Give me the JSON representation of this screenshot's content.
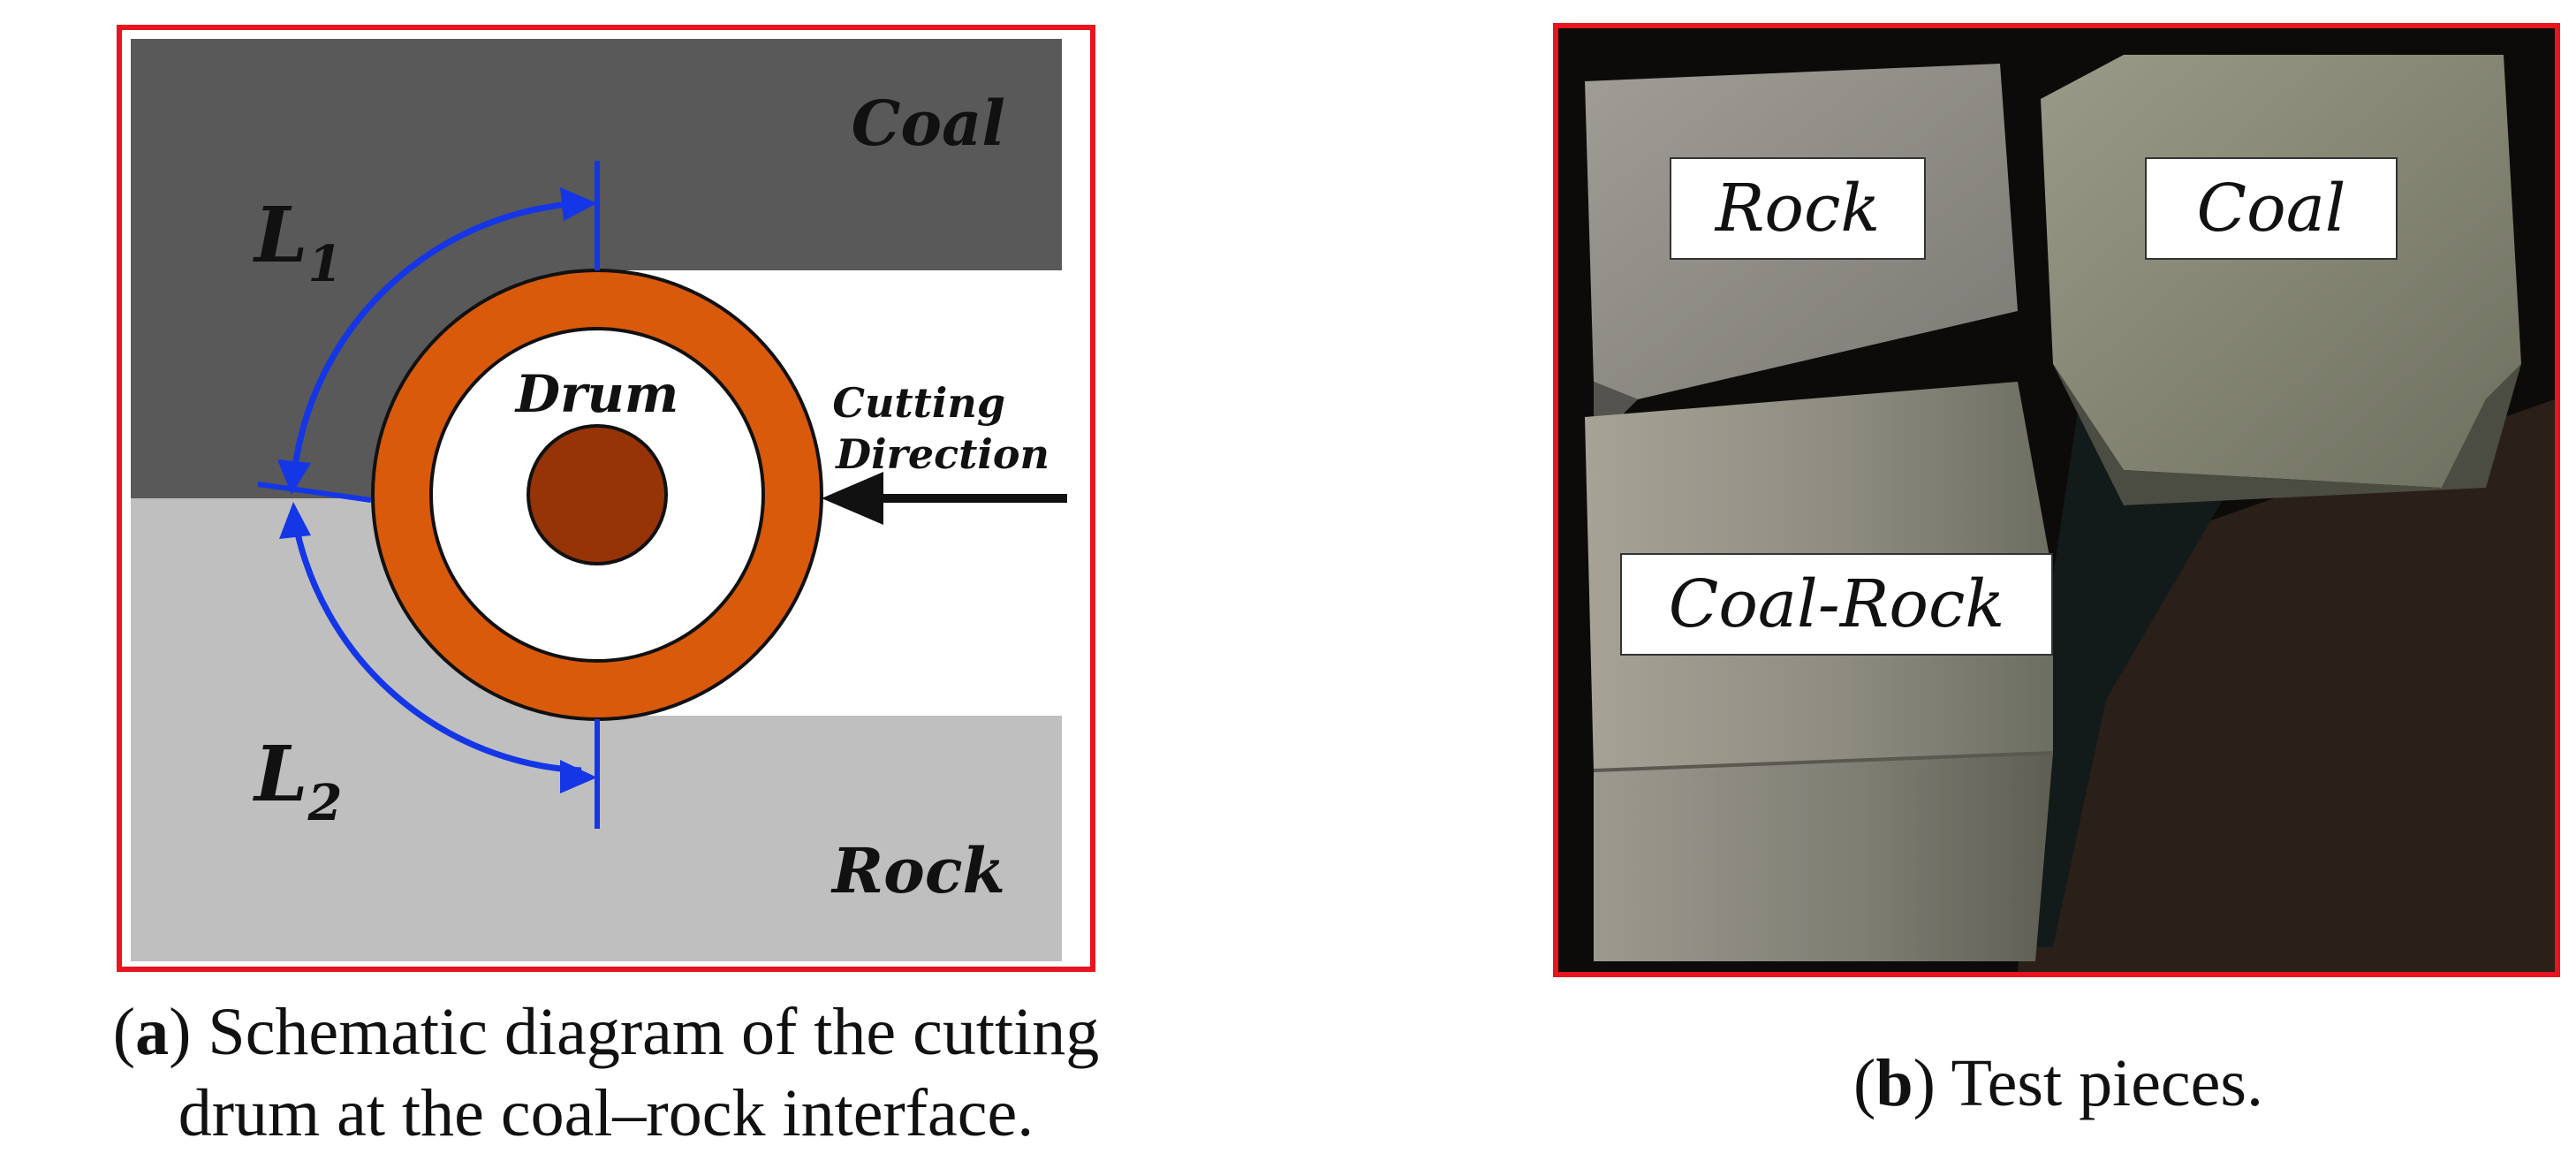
{
  "panel_a": {
    "coal_label": "Coal",
    "rock_label": "Rock",
    "drum_label": "Drum",
    "cutting_direction_line1": "Cutting",
    "cutting_direction_line2": "Direction",
    "l1_base": "L",
    "l1_sub": "1",
    "l2_base": "L",
    "l2_sub": "2",
    "caption_marker": "a",
    "caption_line1": "Schematic diagram of the cutting",
    "caption_line2": "drum at the coal–rock interface.",
    "colors": {
      "coal": "#595959",
      "rock": "#bfbfbf",
      "drum_ring": "#d95a0b",
      "drum_hub": "#963408",
      "arc": "#1436e6",
      "frame": "#e8141e"
    }
  },
  "panel_b": {
    "rock_label": "Rock",
    "coal_label": "Coal",
    "coal_rock_label": "Coal-Rock",
    "caption_marker": "b",
    "caption_text": "Test pieces."
  }
}
